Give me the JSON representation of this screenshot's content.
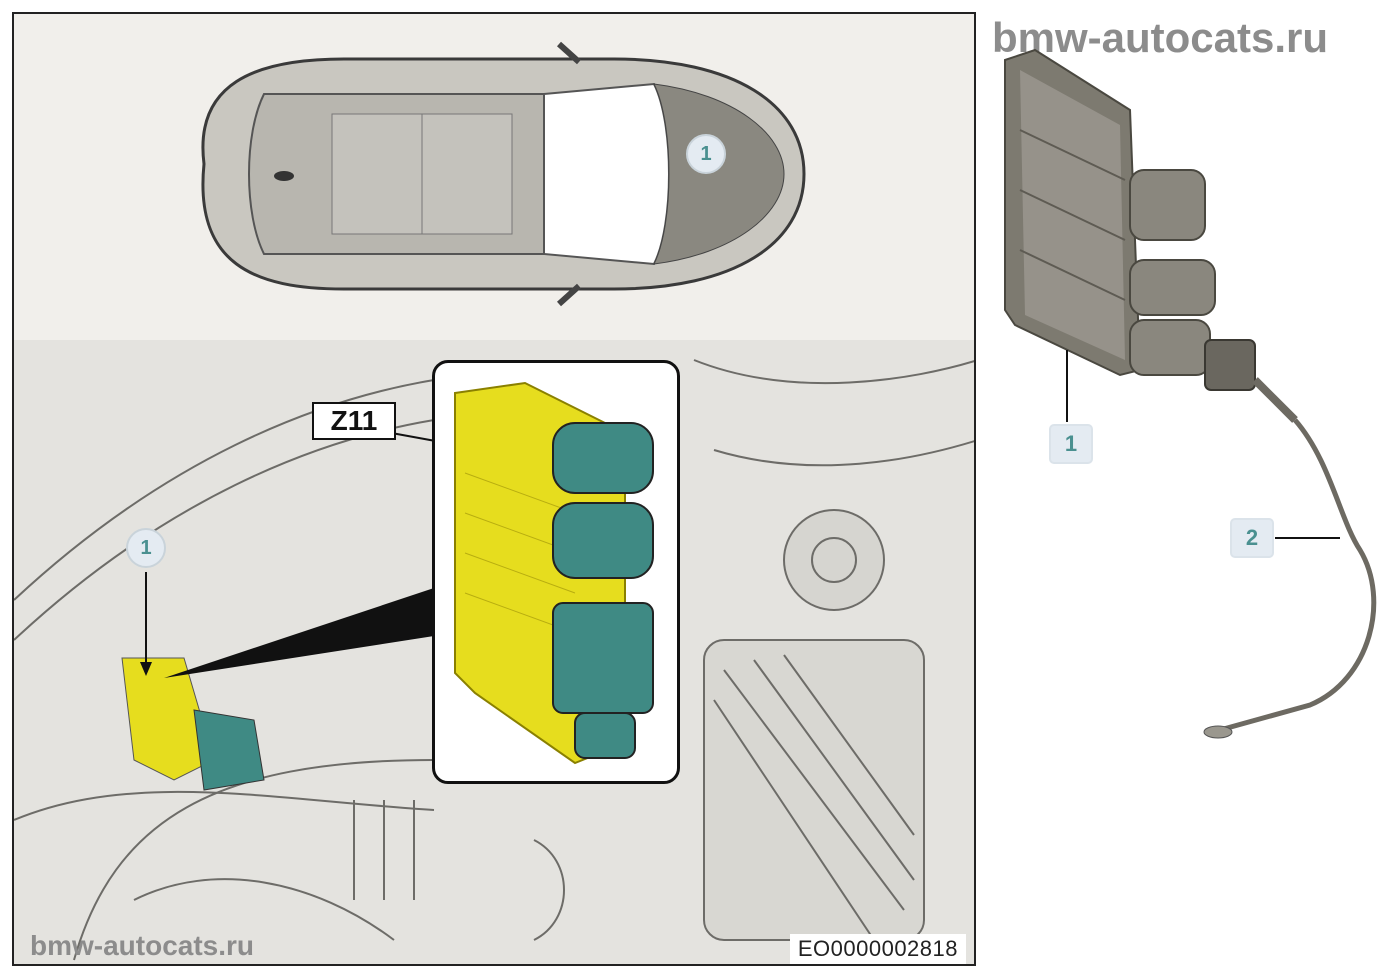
{
  "watermark": {
    "top_right": "bmw-autocats.ru",
    "bottom_left": "bmw-autocats.ru"
  },
  "location_view": {
    "car_callout": "1",
    "engine_bay_callout": "1",
    "component_label": "Z11",
    "image_code": "EO0000002818"
  },
  "component_view": {
    "callouts": [
      {
        "number": "1"
      },
      {
        "number": "2"
      }
    ]
  },
  "colors": {
    "highlight": "#e6dd1e",
    "connector": "#3f8a84",
    "callout_text": "#4a9090",
    "callout_bg": "#e4ebf2",
    "module_gray": "#7d7a70"
  }
}
